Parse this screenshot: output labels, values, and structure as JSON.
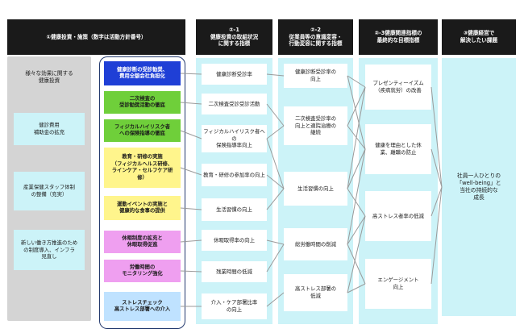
{
  "headers": {
    "h1": "①健康投資・施策（数字は活動方針番号）",
    "h2": "②-1\n健康投資の取組状況\nに関する指標",
    "h3": "②-2\n従業員等の意識変容・\n行動変容に関する指標",
    "h4": "②-3健康関連指標の\n最終的な目標指標",
    "h5": "③健康経営で\n解決したい課題"
  },
  "investments": {
    "title": "様々な効果に関する\n健康投資",
    "items": [
      "健診費用\n補助金の拡充",
      "産業保健スタッフ体制\nの整備（充実）",
      "新しい働き方推進のため\nの制度導入、インフラ\n見直し"
    ]
  },
  "measures": [
    "健康診断の受診勧奨、\n費用全額会社負担化",
    "二次検査の\n受診勧奨活動の徹底",
    "フィジカルハイリスク者\nへの保険指導の徹底",
    "教育・研修の実施\n（フィジカルヘルス研修、\nラインケア・セルフケア研\n修）",
    "運動イベントの実施と\n健康的な食事の提供",
    "休暇制度の拡充と\n休暇取得促進",
    "労働時間の\nモニタリング強化",
    "ストレスチェック\n高ストレス部署への介入"
  ],
  "indicators": [
    "健康診断受診率",
    "二次検査受診受診活動",
    "フィジカルハイリスク者への\n保険指導率向上",
    "教育・研修の参加率の向上",
    "生活習慣の向上",
    "休暇取得率の向上",
    "残業時間の低減",
    "介入・ケア部署比率\nの向上"
  ],
  "behaviors": [
    "健康診断受診率の\n向上",
    "二次検査受診率の\n向上と適院治療の\n継続",
    "生活習慣の向上",
    "総労働時間の削減",
    "高ストレス部署の\n低減"
  ],
  "targets": [
    "プレゼンティーイズム\n（疾病就労）の改善",
    "健康を理由とした休\n業、離職の防止",
    "高ストレス者率の低減",
    "エンゲージメント\n向上"
  ],
  "goal": "社員一人ひとりの\n「well-being」と\n当社の持続的な\n成長",
  "colors": {
    "header_bg": "#1a1a1a",
    "cyan": "#ccf3f8",
    "gray": "#d4d4d4",
    "blue": "#1f3fd6",
    "green": "#6fcf3a",
    "yellow": "#fff58c",
    "pink": "#ef9ff0",
    "light_blue": "#bfe2ff"
  }
}
